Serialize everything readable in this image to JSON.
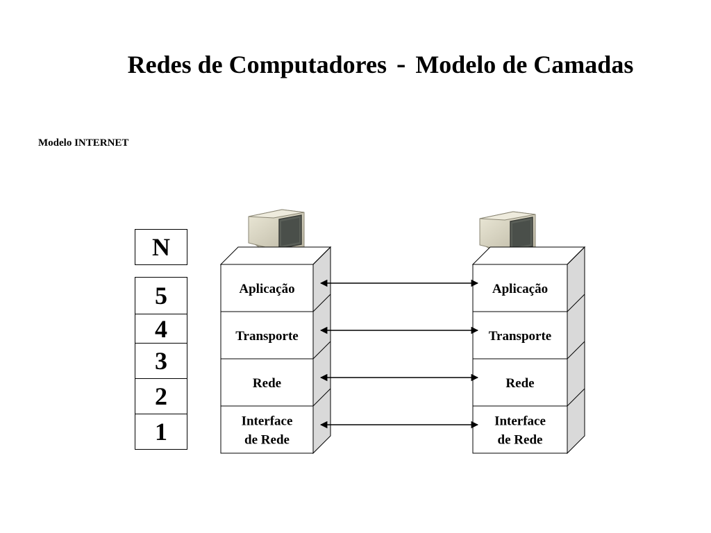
{
  "slide": {
    "title_part1": "Redes de Computadores",
    "title_sep": "-",
    "title_part2": "Modelo de Camadas",
    "subtitle": "Modelo INTERNET"
  },
  "legend": {
    "header": "N",
    "numbers": [
      "5",
      "4",
      "3",
      "2",
      "1"
    ]
  },
  "stacks": {
    "left": {
      "icon": "computer-icon",
      "layers": [
        [
          "Aplicação"
        ],
        [
          "Transporte"
        ],
        [
          "Rede"
        ],
        [
          "Interface",
          "de Rede"
        ]
      ]
    },
    "right": {
      "icon": "computer-icon",
      "layers": [
        [
          "Aplicação"
        ],
        [
          "Transporte"
        ],
        [
          "Rede"
        ],
        [
          "Interface",
          "de Rede"
        ]
      ]
    }
  },
  "colors": {
    "stack_side": "#d9d9d9",
    "stack_front": "#ffffff",
    "monitor_body": "#dcd8c4",
    "monitor_screen": "#4a4f4a"
  }
}
